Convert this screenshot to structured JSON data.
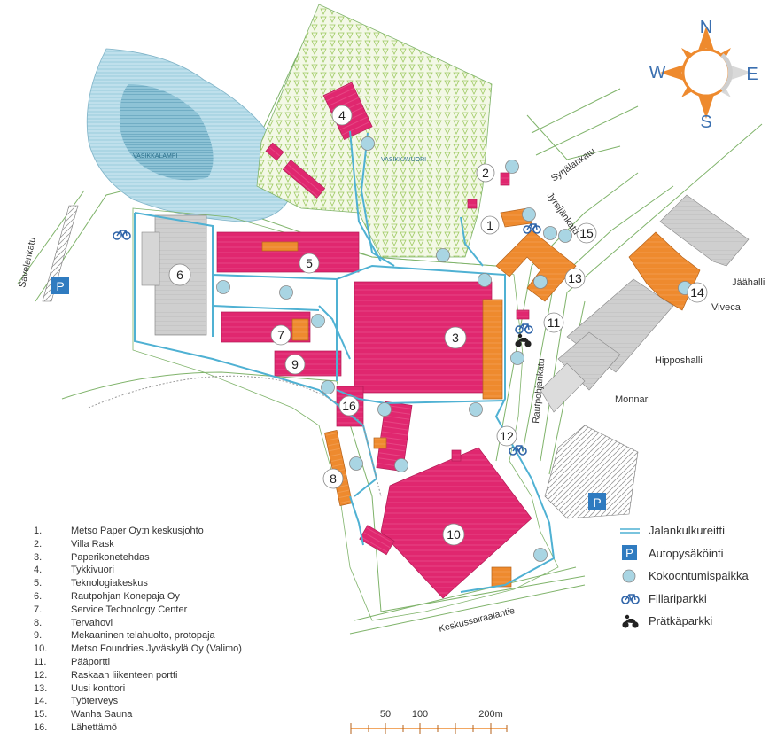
{
  "compass": {
    "north": "N",
    "east": "E",
    "south": "S",
    "west": "W"
  },
  "colors": {
    "building_pink": "#e0276f",
    "building_orange": "#ee8a2e",
    "building_gray": "#c8c8c8",
    "forest_green": "#9cc95e",
    "water_blue": "#a9d6e6",
    "walkway_blue": "#4fb1d3",
    "assembly_point": "#a9d5e3",
    "parking_blue": "#2f7bc0"
  },
  "area_labels": {
    "lake": "VASIKKALAMPI",
    "hill": "VASIKKAVUORI"
  },
  "street_labels": {
    "savelankatu": "Savelankatu",
    "syrjalankatu": "Syrjälankatu",
    "jyrsijankatu": "Jyrsijänkatu",
    "rautpohjankatu": "Rautpohjankatu",
    "keskussairaalantie": "Keskussairaalantie"
  },
  "place_labels": {
    "jaahalli": "Jäähalli",
    "viveca": "Viveca",
    "hipposhalli": "Hipposhalli",
    "monnari": "Monnari"
  },
  "building_numbers": [
    "1",
    "2",
    "3",
    "4",
    "5",
    "6",
    "7",
    "8",
    "9",
    "10",
    "11",
    "12",
    "13",
    "14",
    "15",
    "16"
  ],
  "legend_items": [
    {
      "num": "1.",
      "label": "Metso Paper Oy:n keskusjohto"
    },
    {
      "num": "2.",
      "label": "Villa Rask"
    },
    {
      "num": "3.",
      "label": "Paperikonetehdas"
    },
    {
      "num": "4.",
      "label": "Tykkivuori"
    },
    {
      "num": "5.",
      "label": "Teknologiakeskus"
    },
    {
      "num": "6.",
      "label": "Rautpohjan Konepaja Oy"
    },
    {
      "num": "7.",
      "label": "Service Technology Center"
    },
    {
      "num": "8.",
      "label": "Tervahovi"
    },
    {
      "num": "9.",
      "label": "Mekaaninen telahuolto, protopaja"
    },
    {
      "num": "10.",
      "label": "Metso Foundries Jyväskylä Oy (Valimo)"
    },
    {
      "num": "11.",
      "label": "Pääportti"
    },
    {
      "num": "12.",
      "label": "Raskaan liikenteen portti"
    },
    {
      "num": "13.",
      "label": "Uusi konttori"
    },
    {
      "num": "14.",
      "label": "Työterveys"
    },
    {
      "num": "15.",
      "label": "Wanha Sauna"
    },
    {
      "num": "16.",
      "label": "Lähettämö"
    }
  ],
  "symbol_legend": [
    {
      "icon": "walkway-line-icon",
      "label": "Jalankulkureitti"
    },
    {
      "icon": "parking-icon",
      "label": "Autopysäköinti",
      "glyph": "P"
    },
    {
      "icon": "assembly-point-icon",
      "label": "Kokoontumispaikka"
    },
    {
      "icon": "bicycle-icon",
      "label": "Fillariparkki"
    },
    {
      "icon": "motorcycle-icon",
      "label": "Prätkäparkki"
    }
  ],
  "parking_glyph": "P",
  "scale": {
    "labels": [
      "50",
      "100",
      "200m"
    ]
  }
}
